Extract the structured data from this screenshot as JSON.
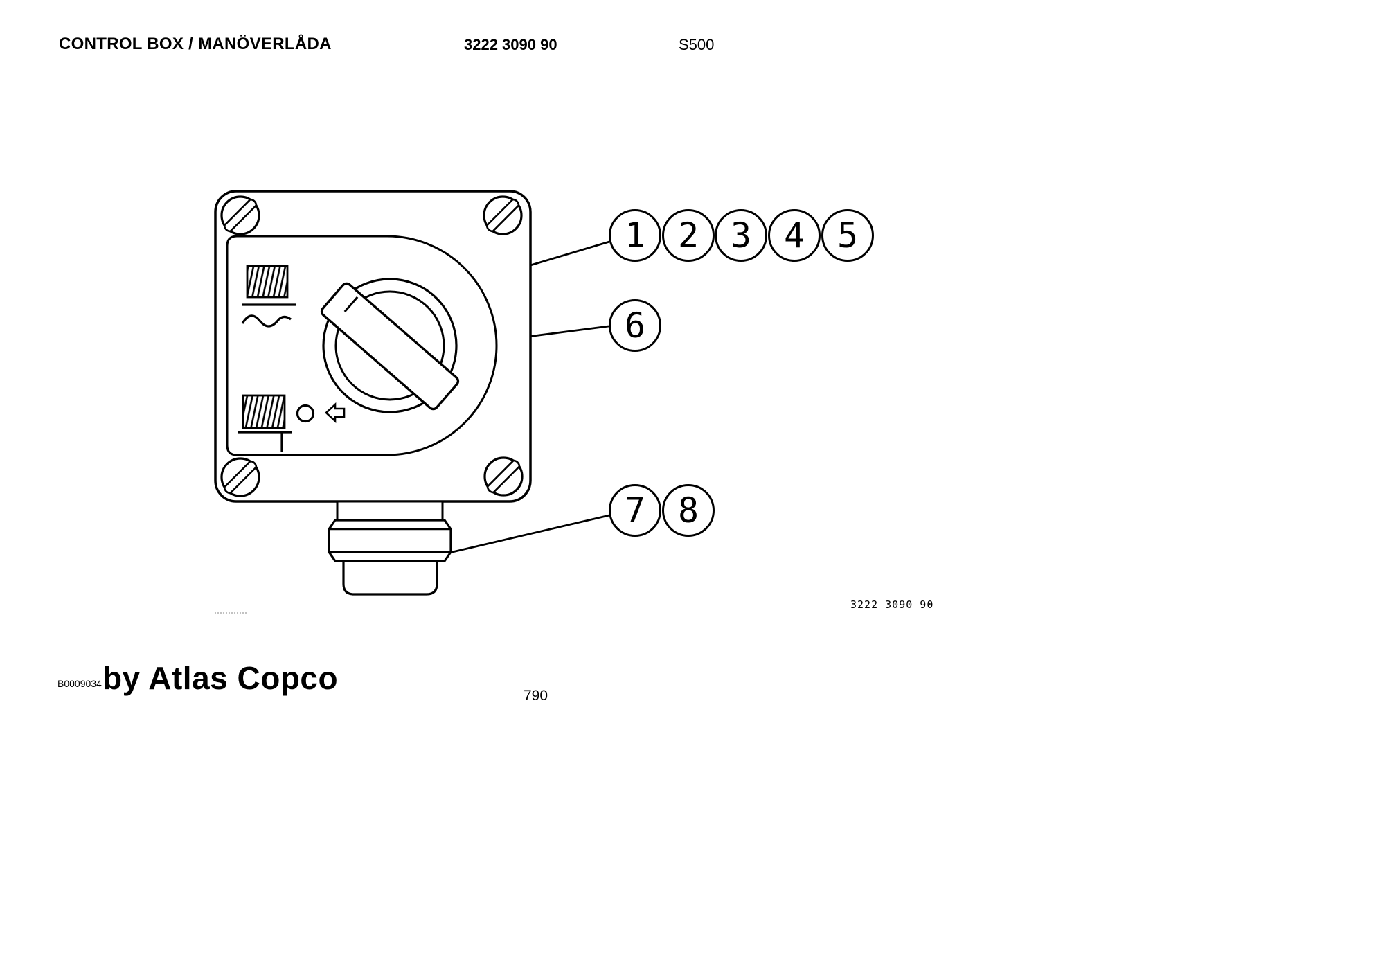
{
  "header": {
    "title": "CONTROL BOX / MANÖVERLÅDA",
    "part_number": "3222 3090 90",
    "model": "S500"
  },
  "callouts": {
    "items": [
      "1",
      "2",
      "3",
      "4",
      "5",
      "6",
      "7",
      "8"
    ]
  },
  "footer": {
    "drawing_number": "3222 3090 90",
    "document_code": "B0009034",
    "brand": "by Atlas Copco",
    "page_number": "790"
  },
  "colors": {
    "ink": "#000000",
    "paper": "#ffffff"
  }
}
